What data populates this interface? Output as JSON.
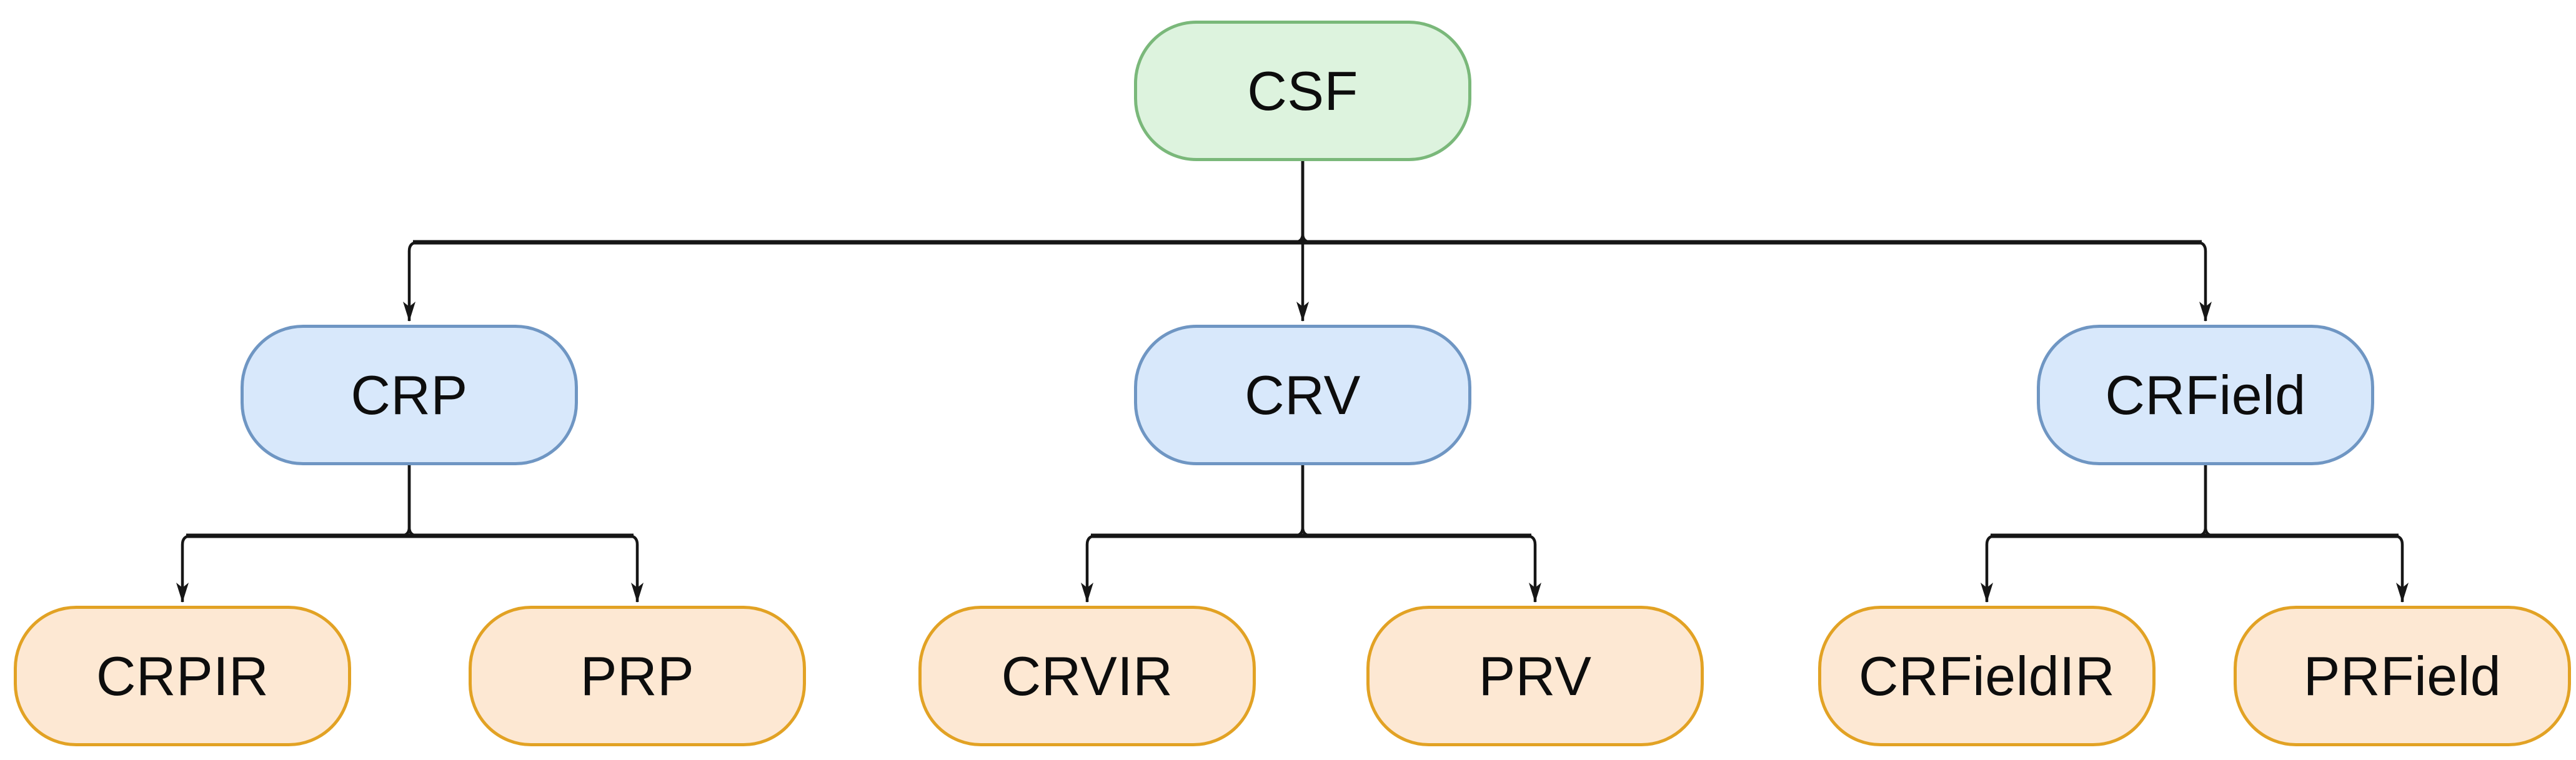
{
  "palette": {
    "background": "#ffffff",
    "edge_color": "#161616",
    "text_color": "#0d0d0d",
    "root_fill": "#ddf3de",
    "root_stroke": "#7ab87a",
    "branch_fill": "#d8e8fb",
    "branch_stroke": "#6f96c3",
    "leaf_fill": "#fde8d3",
    "leaf_stroke": "#e2a224"
  },
  "nodes": [
    {
      "id": "csf",
      "label": "CSF",
      "type": "root",
      "parent": null
    },
    {
      "id": "crp",
      "label": "CRP",
      "type": "branch",
      "parent": "csf"
    },
    {
      "id": "crv",
      "label": "CRV",
      "type": "branch",
      "parent": "csf"
    },
    {
      "id": "crfield",
      "label": "CRField",
      "type": "branch",
      "parent": "csf"
    },
    {
      "id": "crpir",
      "label": "CRPIR",
      "type": "leaf",
      "parent": "crp"
    },
    {
      "id": "prp",
      "label": "PRP",
      "type": "leaf",
      "parent": "crp"
    },
    {
      "id": "crvir",
      "label": "CRVIR",
      "type": "leaf",
      "parent": "crv"
    },
    {
      "id": "prv",
      "label": "PRV",
      "type": "leaf",
      "parent": "crv"
    },
    {
      "id": "crfieldir",
      "label": "CRFieldIR",
      "type": "leaf",
      "parent": "crfield"
    },
    {
      "id": "prfield",
      "label": "PRField",
      "type": "leaf",
      "parent": "crfield"
    }
  ],
  "edges": [
    {
      "from": "CSF",
      "to": "CRP"
    },
    {
      "from": "CSF",
      "to": "CRV"
    },
    {
      "from": "CSF",
      "to": "CRField"
    },
    {
      "from": "CRP",
      "to": "CRPIR"
    },
    {
      "from": "CRP",
      "to": "PRP"
    },
    {
      "from": "CRV",
      "to": "CRVIR"
    },
    {
      "from": "CRV",
      "to": "PRV"
    },
    {
      "from": "CRField",
      "to": "CRFieldIR"
    },
    {
      "from": "CRField",
      "to": "PRField"
    }
  ]
}
